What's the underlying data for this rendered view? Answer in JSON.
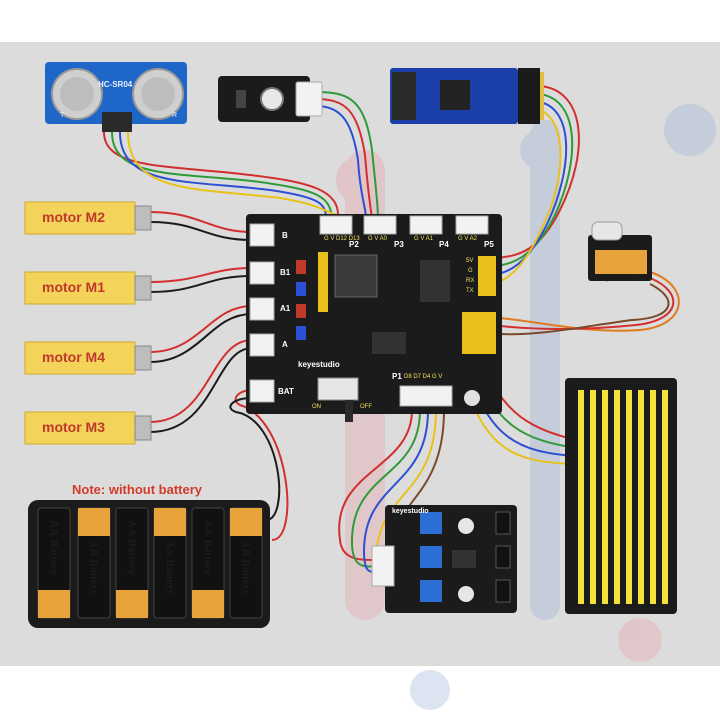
{
  "colors": {
    "background": "#dcdcdc",
    "board": "#1b1b1b",
    "motor_yellow": "#f3d35a",
    "battery_orange": "#e8a33a",
    "wire_red": "#d32f2f",
    "wire_green": "#2e9b3a",
    "wire_blue": "#2c4fd4",
    "wire_yellow": "#e8c21a"
  },
  "note": "Note: without battery",
  "motors": [
    {
      "label": "motor M2"
    },
    {
      "label": "motor M1"
    },
    {
      "label": "motor M4"
    },
    {
      "label": "motor M3"
    }
  ],
  "battery_label": "AA Battery",
  "ultrasonic": {
    "model": "HC-SR04",
    "t": "T",
    "r": "R"
  },
  "board": {
    "brand": "keyestudio",
    "ports": [
      "P2",
      "P3",
      "P4",
      "P5",
      "P1"
    ],
    "motor_ports": [
      "B",
      "B1",
      "A1",
      "A",
      "BAT"
    ],
    "header_pins": [
      "5V",
      "G",
      "RX",
      "TX"
    ],
    "p1_pins": "D8 D7 D4 G V",
    "p2_pins": "G V D12 D13",
    "p3_pins": "G V A0",
    "p4_pins": "G V A1",
    "p5_pins": "G V A2",
    "switch_on": "ON",
    "switch_off": "OFF"
  },
  "sensor_brand": "keyestudio",
  "servo_label": "keyestudio"
}
